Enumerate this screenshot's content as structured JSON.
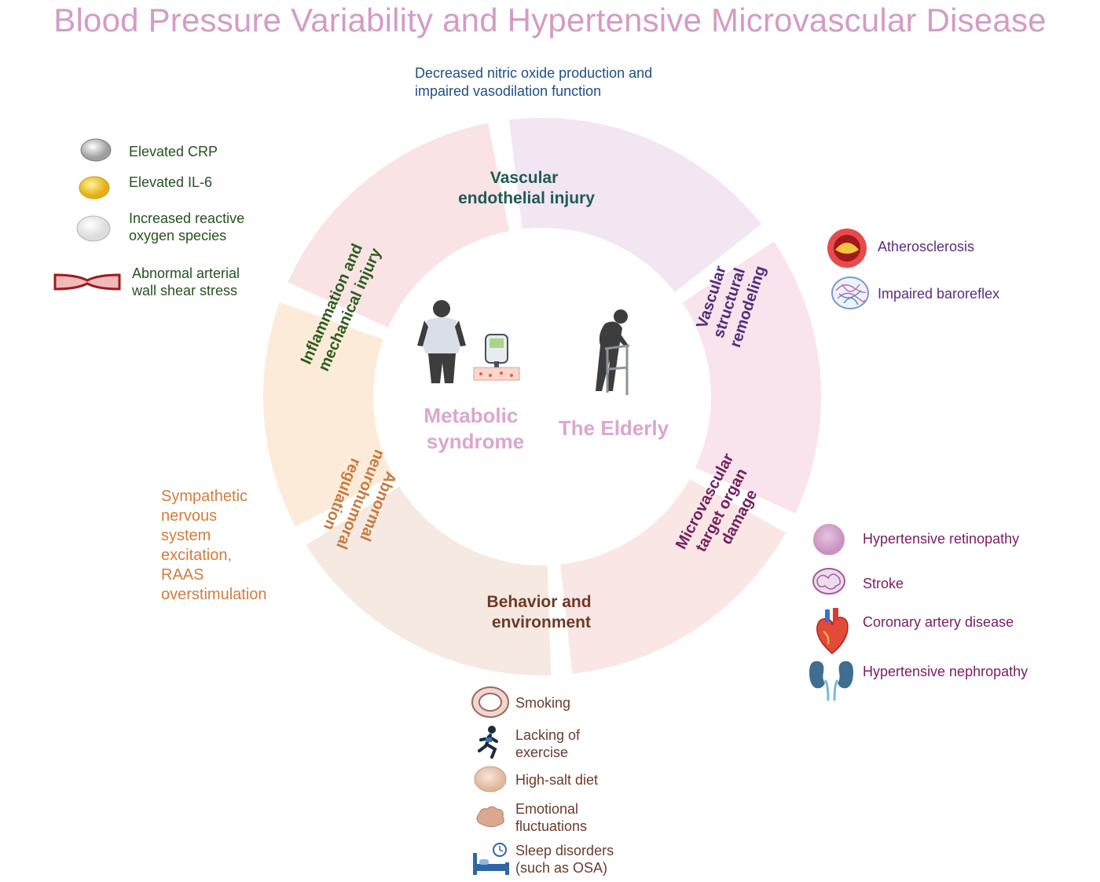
{
  "title": "Blood Pressure Variability and Hypertensive Microvascular Disease",
  "top_note": [
    "Decreased nitric oxide production and",
    "impaired vasodilation function"
  ],
  "segments": {
    "vascular_endothelial_injury": [
      "Vascular",
      "endothelial injury"
    ],
    "vascular_structural_remodeling": [
      "Vascular",
      "structural",
      "remodeling"
    ],
    "microvascular_target_organ_damage": [
      "Microvascular",
      "target organ",
      "damage"
    ],
    "behavior_and_environment": [
      "Behavior and",
      "environment"
    ],
    "abnormal_neurohumoral_regulation": [
      "Abnormal",
      "neurohumoral",
      "regulation"
    ],
    "inflammation_and_mechanical_injury": [
      "Inflammation and",
      "mechanical injury"
    ]
  },
  "center": {
    "metabolic_syndrome": [
      "Metabolic",
      "syndrome"
    ],
    "the_elderly": "The Elderly"
  },
  "inflammation_legend": [
    {
      "icon": "grey-sphere-icon",
      "text": [
        "Elevated CRP"
      ]
    },
    {
      "icon": "yellow-sphere-icon",
      "text": [
        "Elevated IL-6"
      ]
    },
    {
      "icon": "white-sphere-icon",
      "text": [
        "Increased reactive",
        "oxygen species"
      ]
    },
    {
      "icon": "artery-shear-icon",
      "text": [
        "Abnormal arterial",
        "wall shear stress"
      ]
    }
  ],
  "remodeling_legend": [
    {
      "icon": "artery-plaque-icon",
      "text": "Atherosclerosis"
    },
    {
      "icon": "nerve-ball-icon",
      "text": "Impaired baroreflex"
    }
  ],
  "organ_damage_legend": [
    {
      "icon": "eye-circle-icon",
      "text": "Hypertensive retinopathy"
    },
    {
      "icon": "brain-icon",
      "text": "Stroke"
    },
    {
      "icon": "heart-icon",
      "text": "Coronary artery disease"
    },
    {
      "icon": "kidney-icon",
      "text": "Hypertensive nephropathy"
    }
  ],
  "sympathetic_note": [
    "Sympathetic",
    "nervous",
    "system",
    "excitation,",
    "RAAS",
    "overstimulation"
  ],
  "behavior_legend": [
    {
      "icon": "cigarette-ring-icon",
      "text": [
        "Smoking"
      ]
    },
    {
      "icon": "runner-icon",
      "text": [
        "Lacking of",
        "exercise"
      ]
    },
    {
      "icon": "salt-icon",
      "text": [
        "High-salt diet"
      ]
    },
    {
      "icon": "cloud-icon",
      "text": [
        "Emotional",
        "fluctuations"
      ]
    },
    {
      "icon": "bed-clock-icon",
      "text": [
        "Sleep disorders",
        "(such as OSA)"
      ]
    }
  ],
  "colors": {
    "title": "#d39cc6",
    "endothelial_segment": "#f9e3e4",
    "remodeling_segment": "#f2e6f3",
    "organ_damage_segment": "#f9e3ec",
    "behavior_segment": "#fbe6e6",
    "neurohumoral_segment": "#f6e9e1",
    "inflammation_segment": "#fdebd9"
  }
}
